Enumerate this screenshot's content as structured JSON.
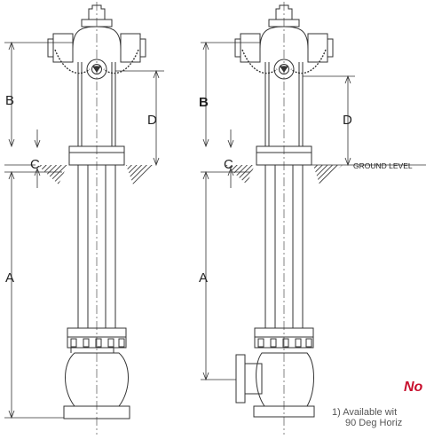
{
  "labels": {
    "dim_a": "A",
    "dim_b": "B",
    "dim_c": "C",
    "dim_d": "D",
    "ground_level": "GROUND LEVEL"
  },
  "notes": {
    "title": "No",
    "line1": "1) Available wit",
    "line2": "90 Deg Horiz"
  },
  "colors": {
    "line": "#333333",
    "note_title": "#c8102e",
    "note_text": "#555555"
  }
}
